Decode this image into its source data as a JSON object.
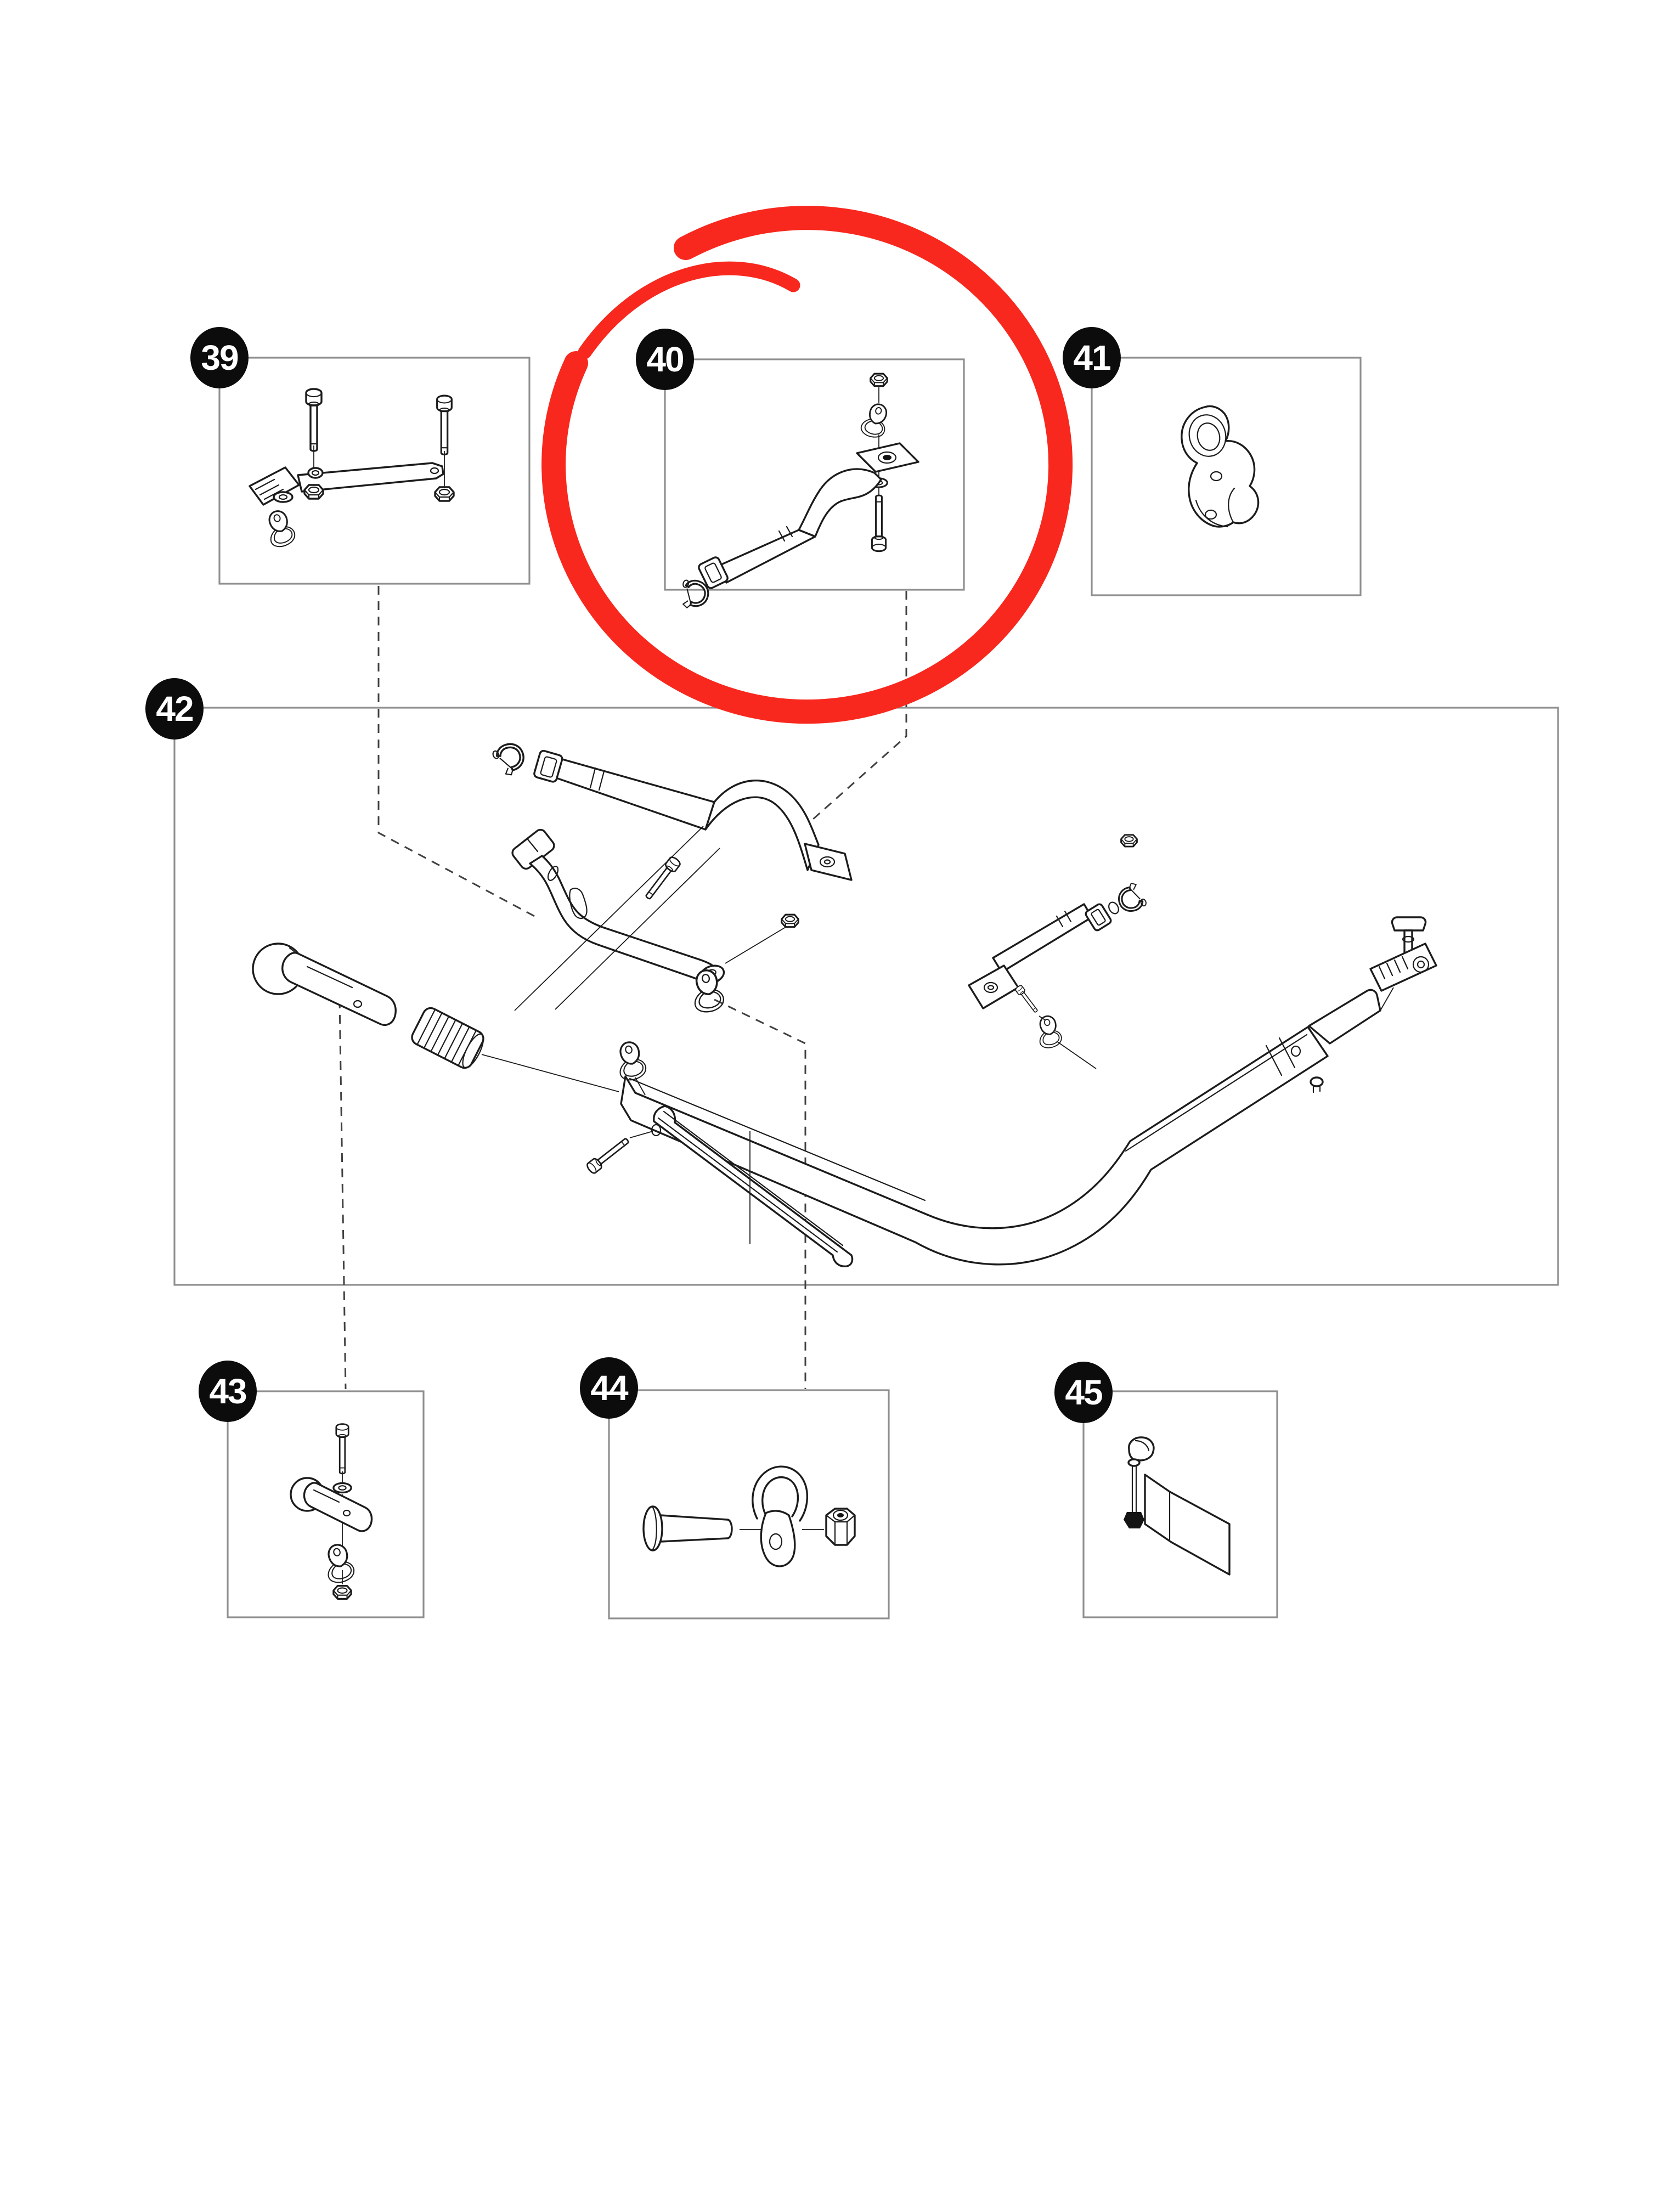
{
  "badges": [
    {
      "id": "39",
      "label": "39"
    },
    {
      "id": "40",
      "label": "40"
    },
    {
      "id": "41",
      "label": "41"
    },
    {
      "id": "42",
      "label": "42"
    },
    {
      "id": "43",
      "label": "43"
    },
    {
      "id": "44",
      "label": "44"
    },
    {
      "id": "45",
      "label": "45"
    }
  ],
  "highlight": {
    "target_badge": "40",
    "style": "hand-drawn-marker-circle"
  },
  "colors": {
    "background": "#ffffff",
    "line": "#1c1c1c",
    "box_border": "#8f8f8f",
    "leader": "#404040",
    "badge_bg": "#0c0c0c",
    "badge_text": "#ffffff",
    "highlight": "#f8281e"
  }
}
